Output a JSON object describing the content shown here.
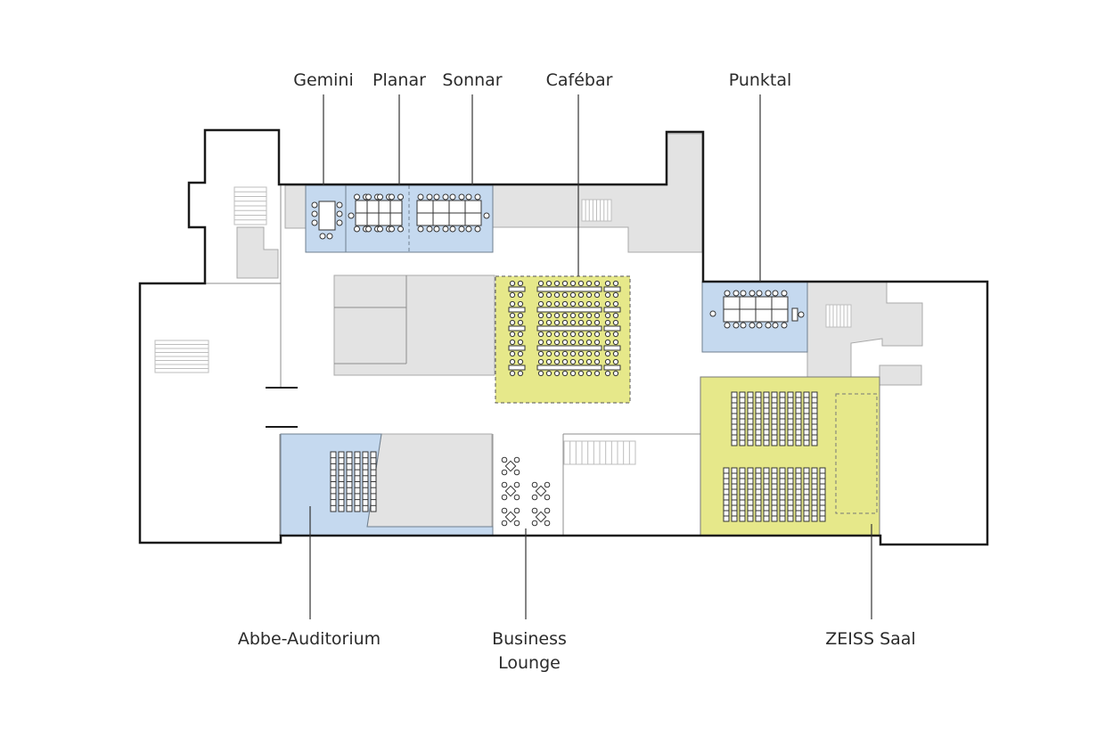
{
  "colors": {
    "meeting_room": "#c5d9ef",
    "event_space": "#e6e88a",
    "service_area": "#e3e3e3",
    "wall": "#1a1a1a",
    "leader_line": "#333333",
    "label_text": "#2b2b2b"
  },
  "labels": {
    "gemini": "Gemini",
    "planar": "Planar",
    "sonnar": "Sonnar",
    "cafebar": "Cafébar",
    "punktal": "Punktal",
    "abbe": "Abbe-Auditorium",
    "business_line1": "Business",
    "business_line2": "Lounge",
    "zeiss": "ZEISS Saal"
  },
  "rooms": [
    {
      "id": "gemini",
      "type": "meeting_room"
    },
    {
      "id": "planar",
      "type": "meeting_room"
    },
    {
      "id": "sonnar",
      "type": "meeting_room"
    },
    {
      "id": "cafebar",
      "type": "event_space"
    },
    {
      "id": "punktal",
      "type": "meeting_room"
    },
    {
      "id": "abbe",
      "type": "meeting_room"
    },
    {
      "id": "business",
      "type": "lounge"
    },
    {
      "id": "zeiss",
      "type": "event_space"
    }
  ]
}
